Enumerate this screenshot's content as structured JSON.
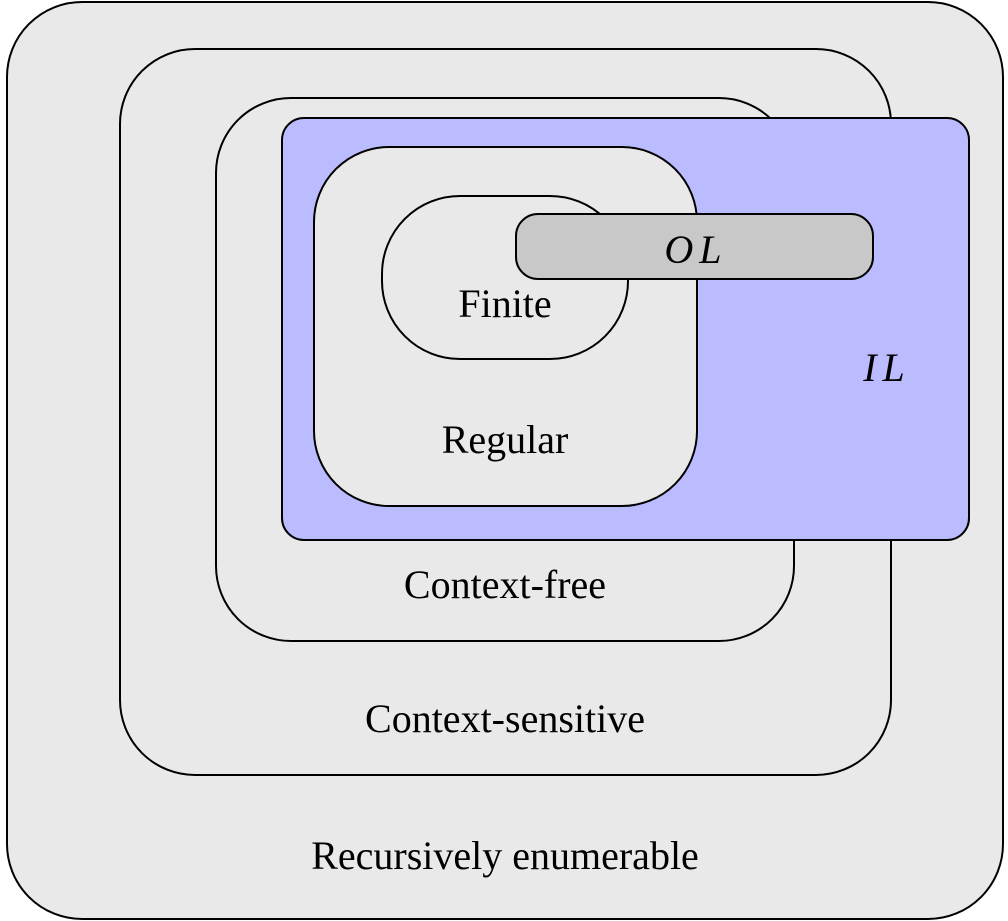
{
  "diagram": {
    "regions": {
      "recursively_enumerable": {
        "label": "Recursively enumerable"
      },
      "context_sensitive": {
        "label": "Context-sensitive"
      },
      "context_free": {
        "label": "Context-free"
      },
      "regular": {
        "label": "Regular"
      },
      "finite": {
        "label": "Finite"
      },
      "il": {
        "label": "IL"
      },
      "ol": {
        "label": "OL"
      }
    },
    "colors": {
      "region_fill": "#e9e9e9",
      "il_fill": "#bbbbff",
      "ol_fill": "#c8c8c8",
      "stroke": "#000000"
    }
  }
}
